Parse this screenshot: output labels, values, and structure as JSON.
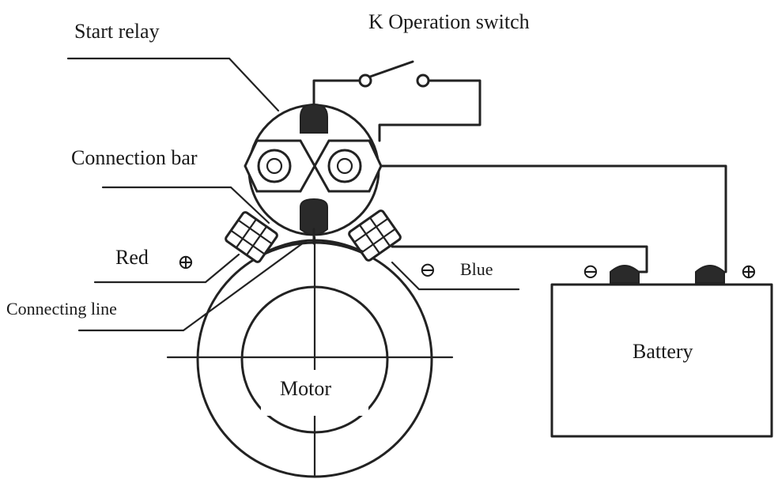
{
  "labels": {
    "start_relay": "Start relay",
    "operation_switch": "K Operation switch",
    "connection_bar": "Connection bar",
    "red": "Red",
    "blue": "Blue",
    "connecting_line": "Connecting line",
    "motor": "Motor",
    "battery": "Battery"
  },
  "symbols": {
    "plus": "⊕",
    "minus": "⊖"
  }
}
